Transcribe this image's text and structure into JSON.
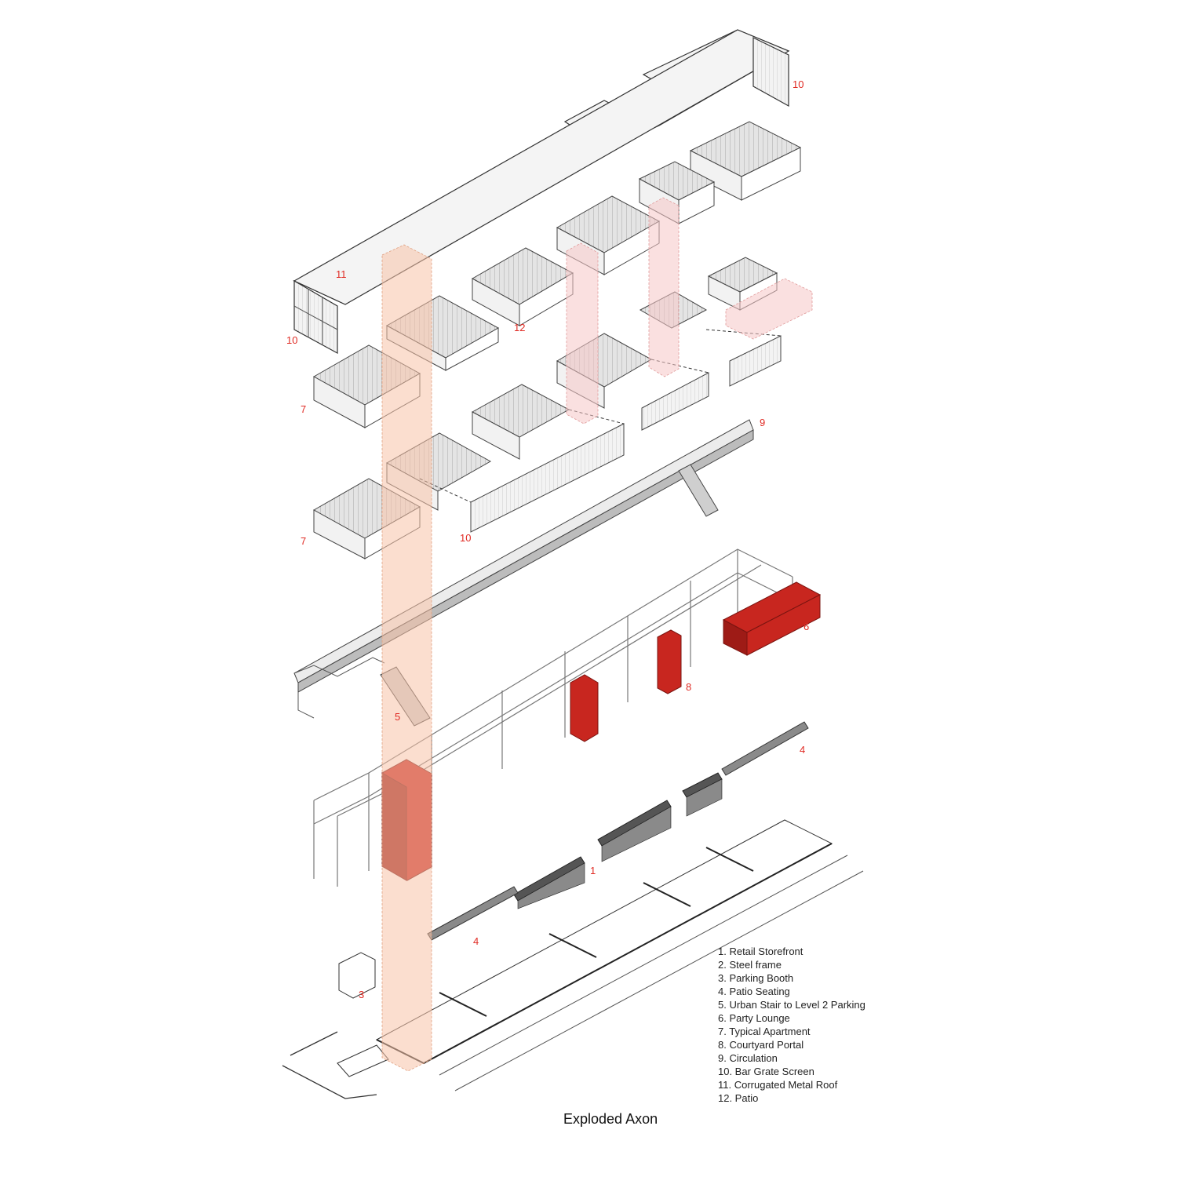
{
  "caption": "Exploded Axon",
  "callouts": {
    "n1": "1",
    "n3": "3",
    "n4a": "4",
    "n4b": "4",
    "n5": "5",
    "n6": "6",
    "n7a": "7",
    "n7b": "7",
    "n8": "8",
    "n9": "9",
    "n10a": "10",
    "n10b": "10",
    "n10c": "10",
    "n11": "11",
    "n12": "12"
  },
  "legend": [
    "1.  Retail Storefront",
    "2.  Steel frame",
    "3. Parking Booth",
    "4. Patio Seating",
    "5.  Urban Stair to Level 2 Parking",
    "6. Party Lounge",
    "7. Typical Apartment",
    "8. Courtyard Portal",
    "9. Circulation",
    "10. Bar Grate Screen",
    "11. Corrugated Metal Roof",
    "12. Patio"
  ],
  "colors": {
    "accent_red": "#c8261f",
    "callout_red": "#e02a23",
    "portal_peach": "#f7c3a8"
  }
}
